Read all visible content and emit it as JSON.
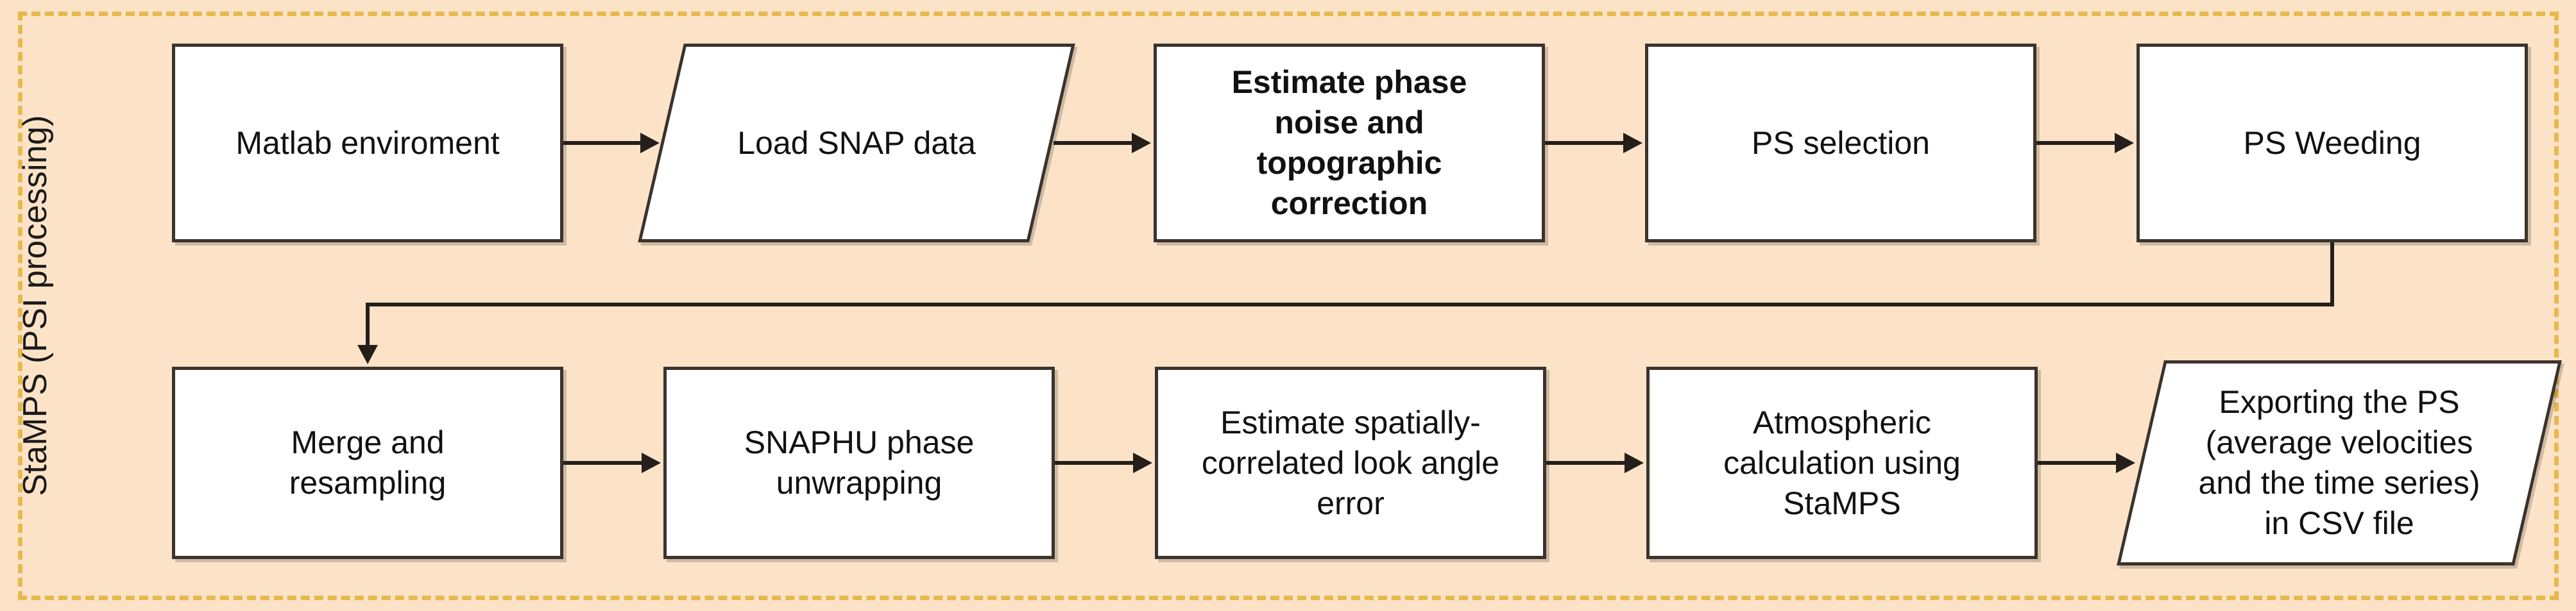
{
  "diagram": {
    "lane_label": "StaMPS (PSI processing)",
    "group_border_color": "#e9b84c",
    "background_color": "#fce3c8",
    "node_border_color": "#3b332c",
    "node_fill_color": "#ffffff",
    "connector_color": "#241f1b"
  },
  "rows": {
    "top": {
      "nodes": [
        {
          "id": "matlab-enviroment",
          "label": "Matlab enviroment",
          "shape": "process",
          "bold": false
        },
        {
          "id": "load-snap-data",
          "label": "Load SNAP data",
          "shape": "data",
          "bold": false
        },
        {
          "id": "estimate-phase-noise",
          "label": "Estimate phase\nnoise and\ntopographic\ncorrection",
          "shape": "process",
          "bold": true
        },
        {
          "id": "ps-selection",
          "label": "PS selection",
          "shape": "process",
          "bold": false
        },
        {
          "id": "ps-weeding",
          "label": "PS Weeding",
          "shape": "process",
          "bold": false
        }
      ]
    },
    "bottom": {
      "nodes": [
        {
          "id": "merge-and-resampling",
          "label": "Merge and\nresampling",
          "shape": "process",
          "bold": false
        },
        {
          "id": "snaphu-phase-unwrapping",
          "label": "SNAPHU phase\nunwrapping",
          "shape": "process",
          "bold": false
        },
        {
          "id": "estimate-look-angle-error",
          "label": "Estimate spatially-\ncorrelated look angle\nerror",
          "shape": "process",
          "bold": false
        },
        {
          "id": "atmospheric-calculation",
          "label": "Atmospheric\ncalculation using\nStaMPS",
          "shape": "process",
          "bold": false
        },
        {
          "id": "exporting-ps-csv",
          "label": "Exporting the PS\n(average velocities\nand the time series)\nin CSV file",
          "shape": "data",
          "bold": false
        }
      ]
    }
  },
  "flow": {
    "edges": [
      {
        "from": "matlab-enviroment",
        "to": "load-snap-data"
      },
      {
        "from": "load-snap-data",
        "to": "estimate-phase-noise"
      },
      {
        "from": "estimate-phase-noise",
        "to": "ps-selection"
      },
      {
        "from": "ps-selection",
        "to": "ps-weeding"
      },
      {
        "from": "ps-weeding",
        "to": "merge-and-resampling"
      },
      {
        "from": "merge-and-resampling",
        "to": "snaphu-phase-unwrapping"
      },
      {
        "from": "snaphu-phase-unwrapping",
        "to": "estimate-look-angle-error"
      },
      {
        "from": "estimate-look-angle-error",
        "to": "atmospheric-calculation"
      },
      {
        "from": "atmospheric-calculation",
        "to": "exporting-ps-csv"
      }
    ]
  }
}
